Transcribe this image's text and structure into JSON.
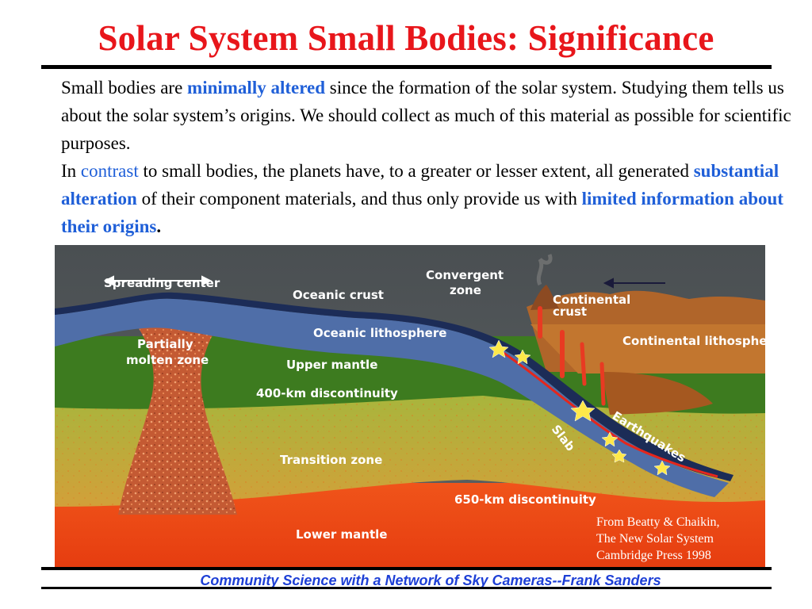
{
  "title": "Solar System Small Bodies: Significance",
  "paragraph1": {
    "before": "Small bodies are ",
    "highlight": "minimally altered",
    "after": " since the formation of the solar system. Studying them tells us about the solar system’s origins. We should collect as much of this material as possible for scientific purposes."
  },
  "paragraph2": {
    "part1": "In ",
    "highlight1": "contrast",
    "part2": " to small bodies, the planets have, to a greater or lesser extent, all generated ",
    "highlight2": "substantial alteration",
    "part3": " of their component materials, and thus only provide us with ",
    "highlight3": "limited information about their origins",
    "part4": "."
  },
  "diagram": {
    "labels": {
      "spreading_center": "Spreading center",
      "oceanic_crust": "Oceanic crust",
      "convergent_zone_1": "Convergent",
      "convergent_zone_2": "zone",
      "continental_crust_1": "Continental",
      "continental_crust_2": "crust",
      "oceanic_lithosphere": "Oceanic lithosphere",
      "continental_lithosphere": "Continental lithosphere",
      "partially_molten_1": "Partially",
      "partially_molten_2": "molten zone",
      "upper_mantle": "Upper mantle",
      "discontinuity_400": "400-km discontinuity",
      "slab": "Slab",
      "earthquakes": "Earthquakes",
      "transition_zone": "Transition zone",
      "discontinuity_650": "650-km discontinuity",
      "lower_mantle": "Lower mantle"
    },
    "colors": {
      "sky": "#52575a",
      "upper_mantle": "#3c7a1e",
      "transition_zone": "#a9b43a",
      "lower_mantle": "#ec4a12",
      "oceanic_lithosphere": "#4f6da6",
      "oceanic_crust": "#1e2e58",
      "continental": "#b86628",
      "molten": "#c8552c"
    }
  },
  "credit": {
    "line1": "From Beatty & Chaikin,",
    "line2": "The New Solar System",
    "line3": "Cambridge Press 1998"
  },
  "footer": "Community Science with a Network of Sky Cameras--Frank Sanders"
}
